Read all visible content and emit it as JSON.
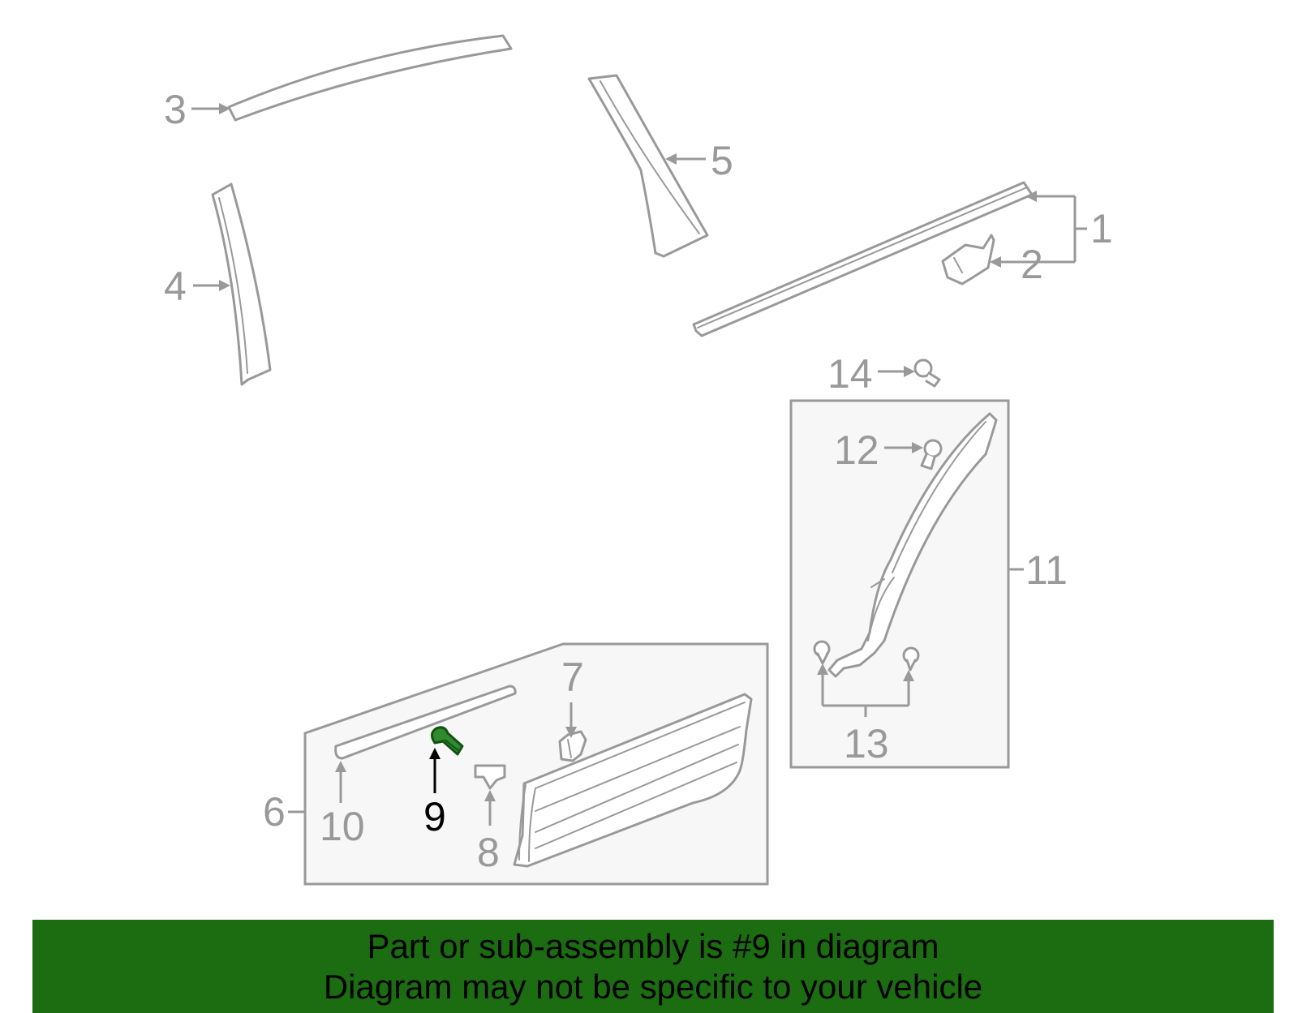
{
  "callouts": {
    "c1": "1",
    "c2": "2",
    "c3": "3",
    "c4": "4",
    "c5": "5",
    "c6": "6",
    "c7": "7",
    "c8": "8",
    "c9": "9",
    "c10": "10",
    "c11": "11",
    "c12": "12",
    "c13": "13",
    "c14": "14"
  },
  "highlighted_part": "9",
  "colors": {
    "line": "#999999",
    "highlight_part": "#2e8b2e",
    "banner_bg": "#1c6d12",
    "banner_text": "#000000"
  },
  "banner": {
    "line1": "Part or sub-assembly is #9 in diagram",
    "line2": "Diagram may not be specific to your vehicle"
  }
}
